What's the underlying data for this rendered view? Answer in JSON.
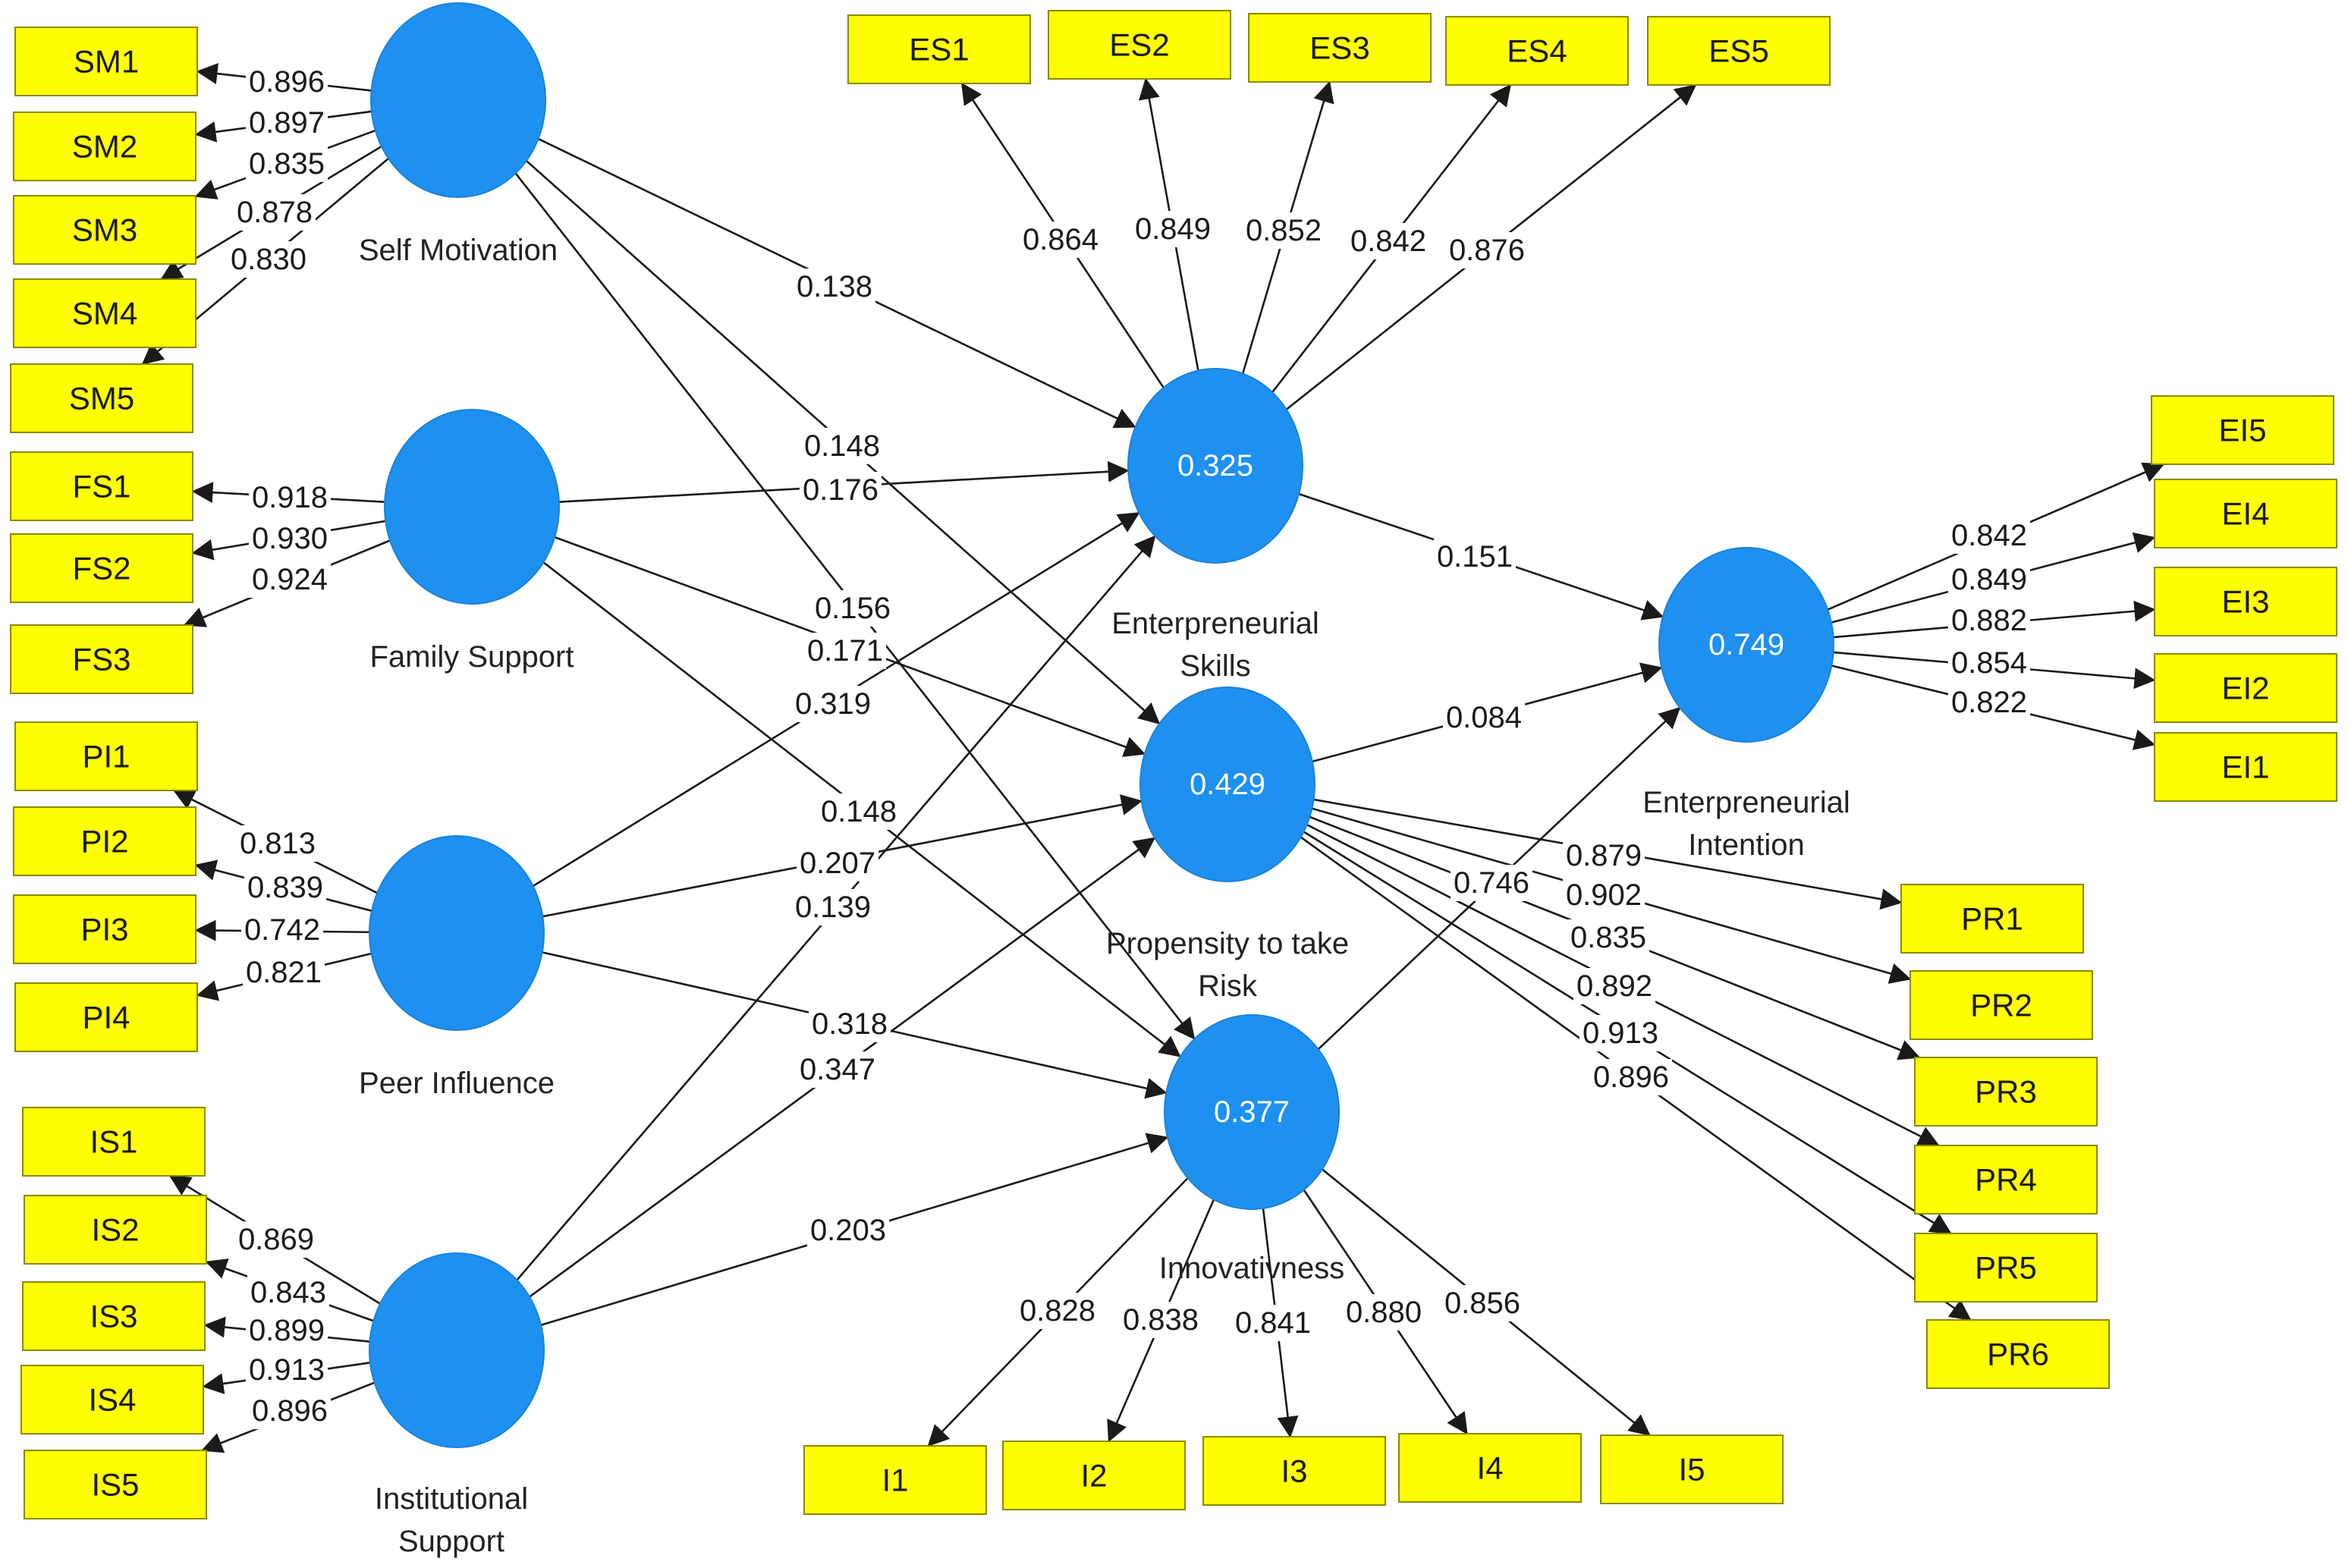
{
  "latents": [
    {
      "id": "SM",
      "name_lines": [
        "Self Motivation"
      ],
      "value": ""
    },
    {
      "id": "FS",
      "name_lines": [
        "Family Support"
      ],
      "value": ""
    },
    {
      "id": "PI",
      "name_lines": [
        "Peer Influence"
      ],
      "value": ""
    },
    {
      "id": "IS",
      "name_lines": [
        "Institutional",
        "Support"
      ],
      "value": ""
    },
    {
      "id": "ES",
      "name_lines": [
        "Enterpreneurial",
        "Skills"
      ],
      "value": "0.325"
    },
    {
      "id": "PR",
      "name_lines": [
        "Propensity to take",
        "Risk"
      ],
      "value": "0.429"
    },
    {
      "id": "IN",
      "name_lines": [
        "Innovativness"
      ],
      "value": "0.377"
    },
    {
      "id": "EI",
      "name_lines": [
        "Enterpreneurial",
        "Intention"
      ],
      "value": "0.749"
    }
  ],
  "indicators": [
    {
      "id": "SM1",
      "label": "SM1",
      "latent": "SM",
      "loading": "0.896"
    },
    {
      "id": "SM2",
      "label": "SM2",
      "latent": "SM",
      "loading": "0.897"
    },
    {
      "id": "SM3",
      "label": "SM3",
      "latent": "SM",
      "loading": "0.835"
    },
    {
      "id": "SM4",
      "label": "SM4",
      "latent": "SM",
      "loading": "0.878"
    },
    {
      "id": "SM5",
      "label": "SM5",
      "latent": "SM",
      "loading": "0.830"
    },
    {
      "id": "FS1",
      "label": "FS1",
      "latent": "FS",
      "loading": "0.918"
    },
    {
      "id": "FS2",
      "label": "FS2",
      "latent": "FS",
      "loading": "0.930"
    },
    {
      "id": "FS3",
      "label": "FS3",
      "latent": "FS",
      "loading": "0.924"
    },
    {
      "id": "PI1",
      "label": "PI1",
      "latent": "PI",
      "loading": "0.813"
    },
    {
      "id": "PI2",
      "label": "PI2",
      "latent": "PI",
      "loading": "0.839"
    },
    {
      "id": "PI3",
      "label": "PI3",
      "latent": "PI",
      "loading": "0.742"
    },
    {
      "id": "PI4",
      "label": "PI4",
      "latent": "PI",
      "loading": "0.821"
    },
    {
      "id": "IS1",
      "label": "IS1",
      "latent": "IS",
      "loading": "0.869"
    },
    {
      "id": "IS2",
      "label": "IS2",
      "latent": "IS",
      "loading": "0.843"
    },
    {
      "id": "IS3",
      "label": "IS3",
      "latent": "IS",
      "loading": "0.899"
    },
    {
      "id": "IS4",
      "label": "IS4",
      "latent": "IS",
      "loading": "0.913"
    },
    {
      "id": "IS5",
      "label": "IS5",
      "latent": "IS",
      "loading": "0.896"
    },
    {
      "id": "ES1",
      "label": "ES1",
      "latent": "ES",
      "loading": "0.864"
    },
    {
      "id": "ES2",
      "label": "ES2",
      "latent": "ES",
      "loading": "0.849"
    },
    {
      "id": "ES3",
      "label": "ES3",
      "latent": "ES",
      "loading": "0.852"
    },
    {
      "id": "ES4",
      "label": "ES4",
      "latent": "ES",
      "loading": "0.842"
    },
    {
      "id": "ES5",
      "label": "ES5",
      "latent": "ES",
      "loading": "0.876"
    },
    {
      "id": "EI5",
      "label": "EI5",
      "latent": "EI",
      "loading": "0.842"
    },
    {
      "id": "EI4",
      "label": "EI4",
      "latent": "EI",
      "loading": "0.849"
    },
    {
      "id": "EI3",
      "label": "EI3",
      "latent": "EI",
      "loading": "0.882"
    },
    {
      "id": "EI2",
      "label": "EI2",
      "latent": "EI",
      "loading": "0.854"
    },
    {
      "id": "EI1",
      "label": "EI1",
      "latent": "EI",
      "loading": "0.822"
    },
    {
      "id": "PR1",
      "label": "PR1",
      "latent": "PR",
      "loading": "0.879"
    },
    {
      "id": "PR2",
      "label": "PR2",
      "latent": "PR",
      "loading": "0.902"
    },
    {
      "id": "PR3",
      "label": "PR3",
      "latent": "PR",
      "loading": "0.835"
    },
    {
      "id": "PR4",
      "label": "PR4",
      "latent": "PR",
      "loading": "0.892"
    },
    {
      "id": "PR5",
      "label": "PR5",
      "latent": "PR",
      "loading": "0.913"
    },
    {
      "id": "PR6",
      "label": "PR6",
      "latent": "PR",
      "loading": "0.896"
    },
    {
      "id": "I1",
      "label": "I1",
      "latent": "IN",
      "loading": "0.828"
    },
    {
      "id": "I2",
      "label": "I2",
      "latent": "IN",
      "loading": "0.838"
    },
    {
      "id": "I3",
      "label": "I3",
      "latent": "IN",
      "loading": "0.841"
    },
    {
      "id": "I4",
      "label": "I4",
      "latent": "IN",
      "loading": "0.880"
    },
    {
      "id": "I5",
      "label": "I5",
      "latent": "IN",
      "loading": "0.856"
    }
  ],
  "paths": [
    {
      "from": "SM",
      "to": "ES",
      "coef": "0.138"
    },
    {
      "from": "SM",
      "to": "PR",
      "coef": "0.148"
    },
    {
      "from": "SM",
      "to": "IN",
      "coef": "0.156"
    },
    {
      "from": "FS",
      "to": "ES",
      "coef": "0.176"
    },
    {
      "from": "FS",
      "to": "PR",
      "coef": "0.171"
    },
    {
      "from": "FS",
      "to": "IN",
      "coef": "0.148"
    },
    {
      "from": "PI",
      "to": "ES",
      "coef": "0.319"
    },
    {
      "from": "PI",
      "to": "PR",
      "coef": "0.207"
    },
    {
      "from": "PI",
      "to": "IN",
      "coef": "0.318"
    },
    {
      "from": "IS",
      "to": "ES",
      "coef": "0.139"
    },
    {
      "from": "IS",
      "to": "PR",
      "coef": "0.347"
    },
    {
      "from": "IS",
      "to": "IN",
      "coef": "0.203"
    },
    {
      "from": "ES",
      "to": "EI",
      "coef": "0.151"
    },
    {
      "from": "PR",
      "to": "EI",
      "coef": "0.084"
    },
    {
      "from": "IN",
      "to": "EI",
      "coef": "0.746"
    }
  ],
  "colors": {
    "latent_fill": "#1e90ef",
    "indicator_fill": "#ffff00",
    "edge": "#1a1a1a"
  }
}
